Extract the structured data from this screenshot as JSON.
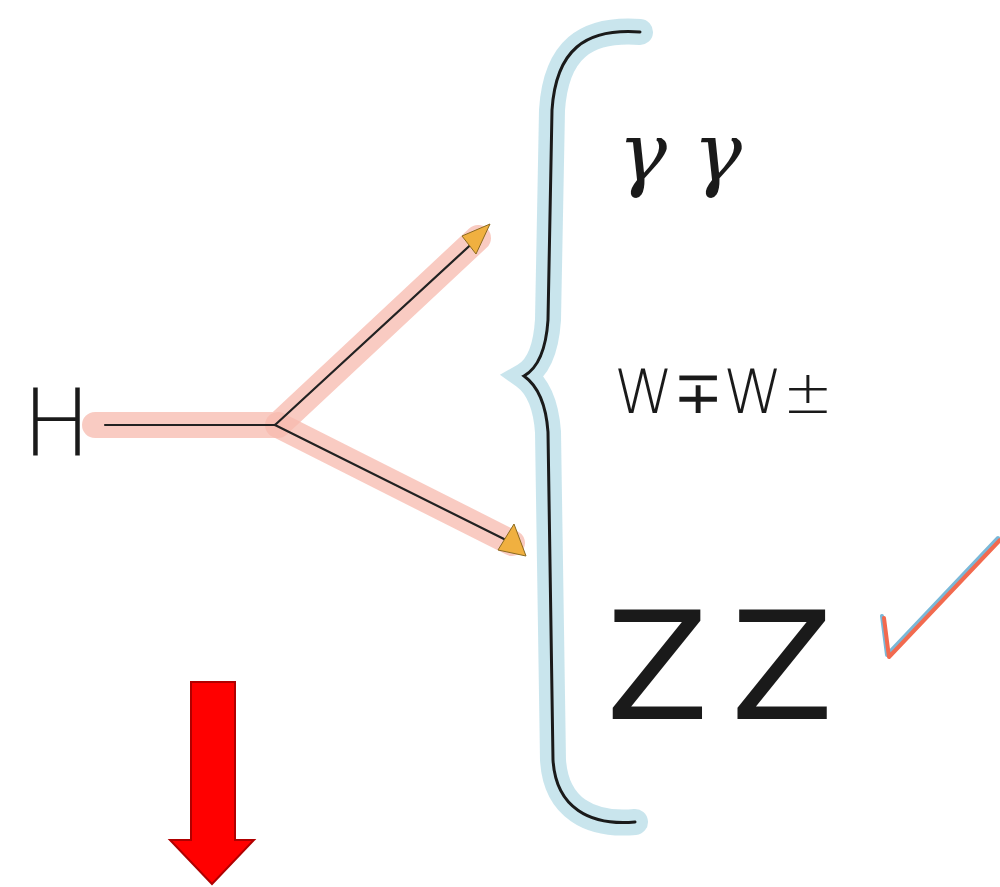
{
  "diagram": {
    "labels": [
      "H",
      "γ γ",
      "W∓W±",
      "ZZ"
    ]
  }
}
